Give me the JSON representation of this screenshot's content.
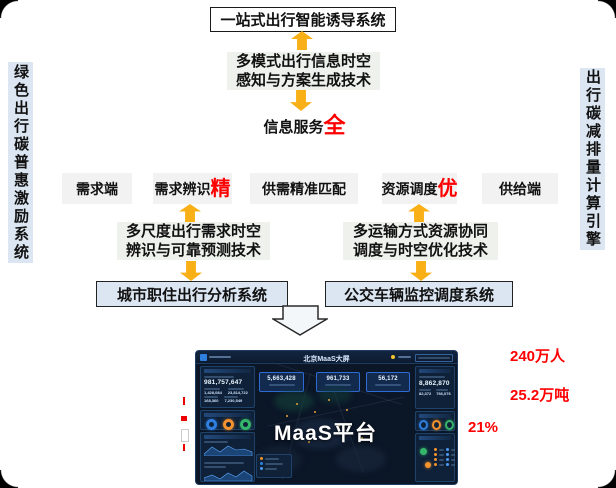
{
  "left_banner": {
    "text": "绿色出行碳普惠激励系统"
  },
  "right_banner": {
    "text": "出行碳减排量计算引擎"
  },
  "flow": {
    "top_system": "一站式出行智能诱导系统",
    "info_tech": {
      "line1": "多模式出行信息时空",
      "line2": "感知与方案生成技术"
    },
    "service": {
      "prefix": "信息服务",
      "highlight": "全"
    },
    "chain": [
      {
        "label": "需求端",
        "highlight": ""
      },
      {
        "label": "需求辨识",
        "highlight": "精"
      },
      {
        "label": "供需精准匹配",
        "highlight": ""
      },
      {
        "label": "资源调度",
        "highlight": "优"
      },
      {
        "label": "供给端",
        "highlight": ""
      }
    ],
    "demand_tech": {
      "line1": "多尺度出行需求时空",
      "line2": "辨识与可靠预测技术"
    },
    "supply_tech": {
      "line1": "多运输方式资源协同",
      "line2": "调度与时空优化技术"
    },
    "system_left": "城市职住出行分析系统",
    "system_right": "公交车辆监控调度系统"
  },
  "dashboard": {
    "title": "北京MaaS大屏",
    "overlay_title": "MaaS平台",
    "left_panel": {
      "main_value": "981,757,647",
      "sub_values": [
        "1,428,084",
        "23,814,722",
        "168,360",
        "7,230,549"
      ]
    },
    "kpis": [
      "5,663,428",
      "961,733",
      "56,172"
    ],
    "right_panel": {
      "main_value": "8,862,870",
      "sub_values": [
        "82,372",
        "766,076"
      ]
    }
  },
  "annotations": {
    "population": "240万人",
    "carbon": "25.2万吨",
    "percentage": "21%"
  }
}
